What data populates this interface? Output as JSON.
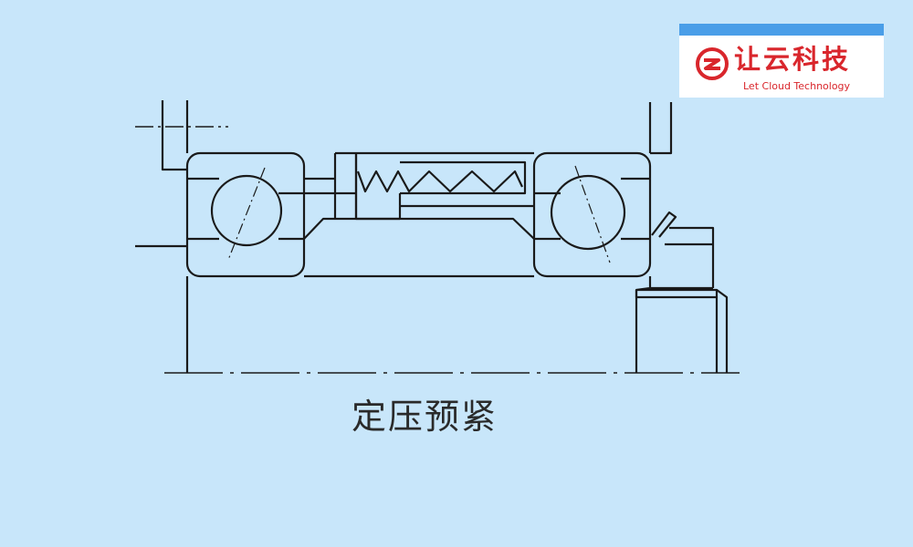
{
  "logo": {
    "brand_cn": "让云科技",
    "brand_en": "Let Cloud Technology",
    "accent_color": "#d9262c",
    "bar_color": "#4a9ee8"
  },
  "diagram": {
    "caption": "定压预紧",
    "background_color": "#c8e6fa",
    "line_color": "#1a1a1a"
  }
}
